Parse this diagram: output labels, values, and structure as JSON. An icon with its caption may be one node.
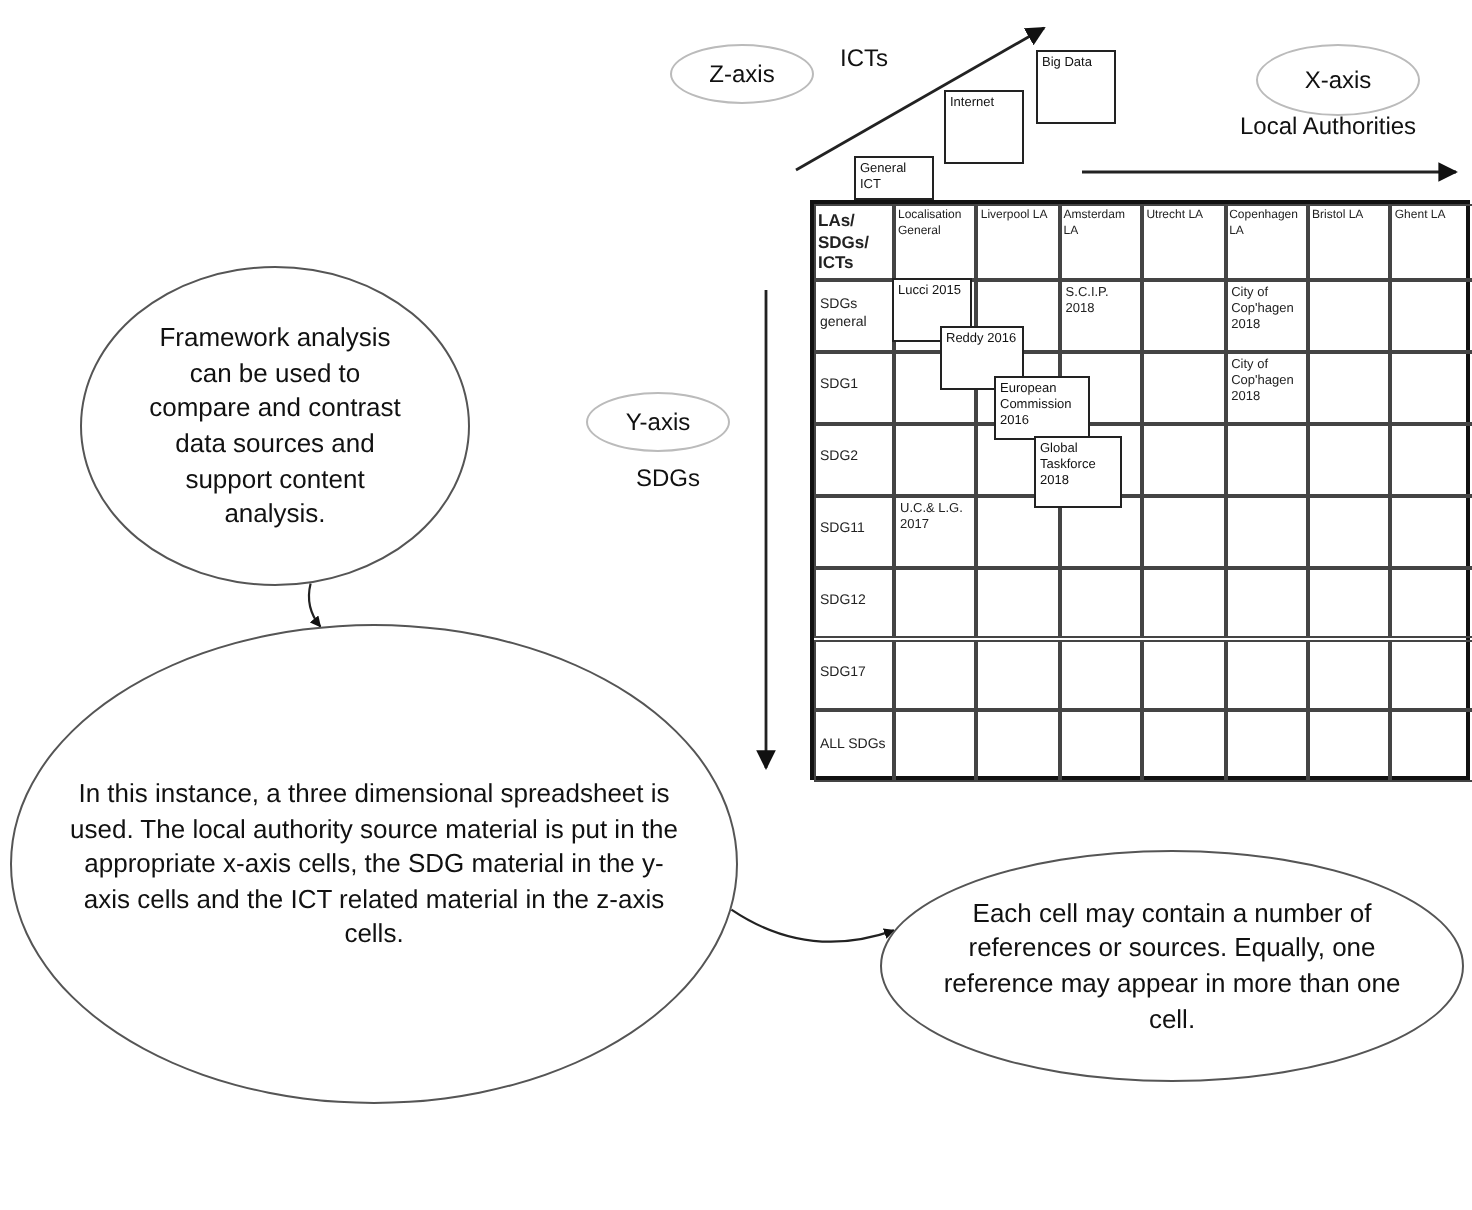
{
  "diagram": {
    "nodes": [
      {
        "text": [
          "Z-axis"
        ],
        "beside": [
          "ICTs"
        ]
      },
      {
        "text": [
          "General ICT"
        ]
      },
      {
        "text": [
          "Internet"
        ]
      },
      {
        "text": [
          "Big Data"
        ]
      },
      {
        "text": [
          "X-axis"
        ],
        "beside": [
          "Local Authorities"
        ]
      },
      {
        "text": [
          "Framework analysis can be used to compare and contrast data sources and support content analysis."
        ]
      },
      {
        "text": [
          "Y-axis"
        ],
        "beside": [
          "SDGs"
        ]
      },
      {
        "text": [
          "Lucci 2015"
        ]
      },
      {
        "text": [
          "Reddy 2016"
        ]
      },
      {
        "text": [
          "European Commission 2016"
        ]
      },
      {
        "text": [
          "Global Taskforce 2018"
        ]
      },
      {
        "text": [
          "In this instance, a three dimensional spreadsheet is used. The local authority source material is put in the appropriate x-axis cells, the SDG material in the y-axis cells and the ICT related material in the z-axis cells."
        ]
      },
      {
        "text": [
          "Each cell may contain a number of references or sources. Equally, one reference may appear in more than one cell."
        ]
      }
    ],
    "edges": [
      {
        "from": 5,
        "to": 11,
        "arrow": "to"
      },
      {
        "from": 11,
        "to": 12,
        "arrow": "to"
      }
    ],
    "labels": [
      "LAs/ SDGs/ ICTs",
      "Localisation General",
      "Liverpool LA",
      "Amsterdam LA",
      "Utrecht LA",
      "Copenhagen LA",
      "Bristol LA",
      "Ghent LA",
      "SDGs general",
      "S.C.I.P. 2018",
      "City of Cop'hagen 2018",
      "SDG1",
      "City of Cop'hagen 2018",
      "SDG2",
      "SDG11",
      "U.C.& L.G. 2017",
      "SDG12",
      "SDG17",
      "ALL SDGs"
    ]
  }
}
